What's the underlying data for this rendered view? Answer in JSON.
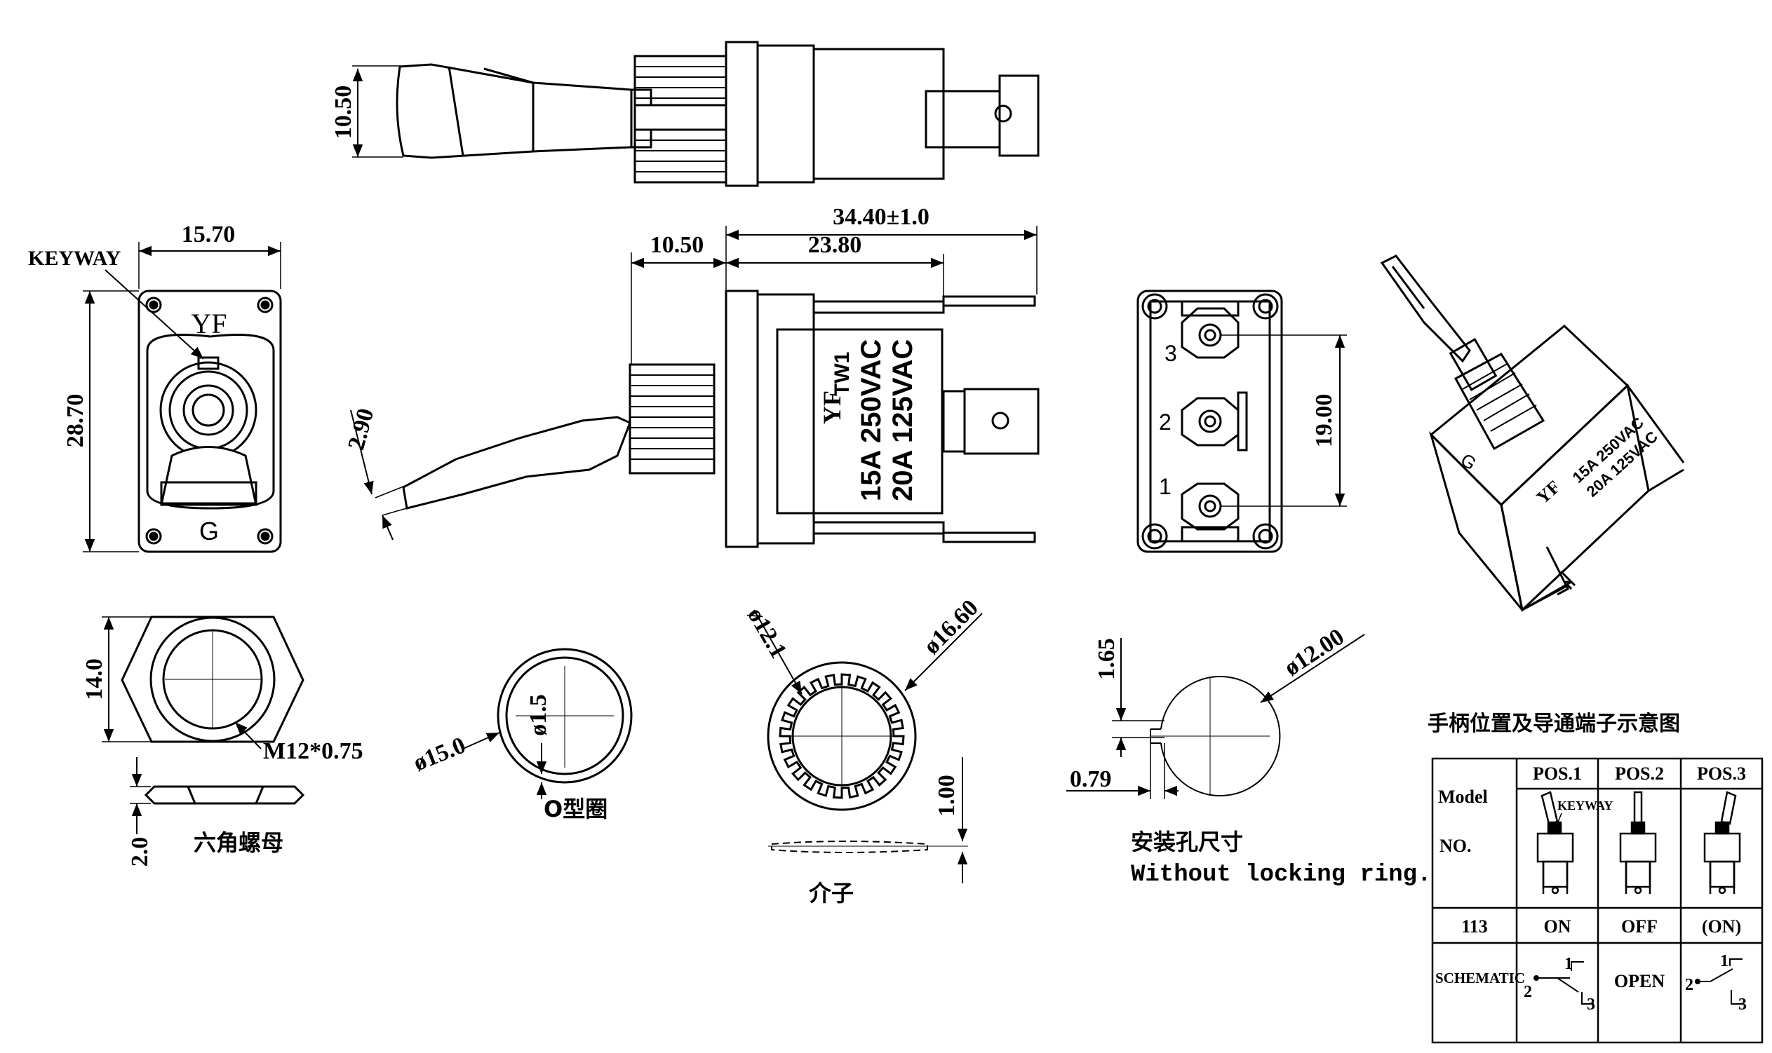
{
  "dimensions": {
    "handle_height": "10.50",
    "overall_length": "34.40±1.0",
    "handle_length": "10.50",
    "body_length": "23.80",
    "plate_width": "15.70",
    "plate_height": "28.70",
    "handle_thickness": "2.90",
    "terminal_pitch": "19.00",
    "nut_across_flats": "14.0",
    "nut_thread": "M12*0.75",
    "nut_thickness": "2.0",
    "oring_outer": "ø15.0",
    "oring_section": "ø1.5",
    "washer_inner": "ø12.1",
    "washer_outer": "ø16.60",
    "washer_thickness": "1.00",
    "hole_key_depth": "1.65",
    "hole_key_width": "0.79",
    "hole_diameter": "ø12.00"
  },
  "labels": {
    "keyway": "KEYWAY",
    "brand": "YF",
    "ground_mark": "G",
    "nut_name": "六角螺母",
    "oring_name": "O型圈",
    "washer_name": "介子",
    "hole_title": "安装孔尺寸",
    "hole_note": "Without locking ring.",
    "model_code": "TW1",
    "rating_1": "15A 250VAC",
    "rating_2": "20A 125VAC",
    "term_3": "3",
    "term_2": "2",
    "term_1": "1"
  },
  "table": {
    "title": "手柄位置及导通端子示意图",
    "model_header": "Model",
    "no_header": "NO.",
    "pos1": "POS.1",
    "pos2": "POS.2",
    "pos3": "POS.3",
    "keyway": "KEYWAY",
    "row_model": "113",
    "state1": "ON",
    "state2": "OFF",
    "state3": "(ON)",
    "schematic_label": "SCHEMATIC",
    "open_label": "OPEN",
    "s1_t1": "1",
    "s1_t2": "2",
    "s1_t3": "3",
    "s3_t1": "1",
    "s3_t2": "2",
    "s3_t3": "3"
  }
}
